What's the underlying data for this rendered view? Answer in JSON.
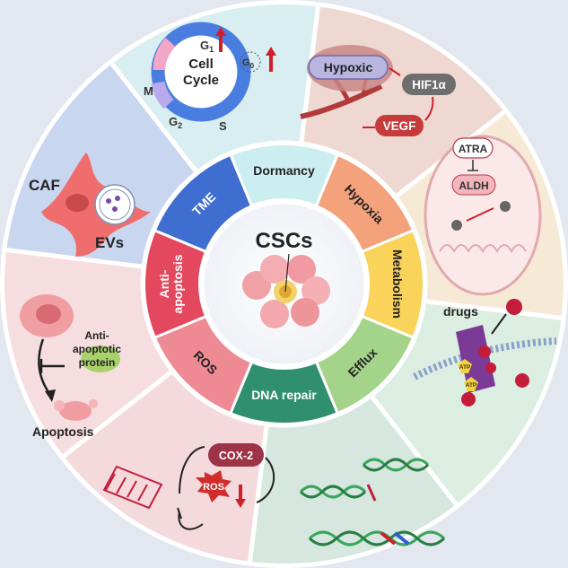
{
  "center": {
    "title": "CSCs"
  },
  "segments": [
    {
      "key": "dormancy",
      "label": "Dormancy",
      "color": "#cdeef0"
    },
    {
      "key": "hypoxia",
      "label": "Hypoxia",
      "color": "#f4a27c"
    },
    {
      "key": "metabolism",
      "label": "Metabolism",
      "color": "#f9d35a"
    },
    {
      "key": "efflux",
      "label": "Efflux",
      "color": "#a4d38a"
    },
    {
      "key": "dna_repair",
      "label": "DNA repair",
      "color": "#2f8f6e"
    },
    {
      "key": "ros",
      "label": "ROS",
      "color": "#ee8a94"
    },
    {
      "key": "anti_apoptosis",
      "label_lines": [
        "Anti-",
        "apoptosis"
      ],
      "color": "#e4485e"
    },
    {
      "key": "tme",
      "label": "TME",
      "color": "#3f6dd0"
    }
  ],
  "panels": {
    "cell_cycle": {
      "title_lines": [
        "Cell",
        "Cycle"
      ],
      "phases": {
        "g1": "G",
        "g1_sub": "1",
        "g0": "G",
        "g0_sub": "0",
        "g2": "G",
        "g2_sub": "2",
        "s": "S",
        "m": "M"
      }
    },
    "hypoxia": {
      "hypoxic": "Hypoxic",
      "hif": "HIF1α",
      "vegf": "VEGF"
    },
    "metabolism": {
      "atra": "ATRA",
      "aldh": "ALDH"
    },
    "efflux": {
      "drugs": "drugs",
      "atp1": "ATP",
      "atp2": "ATP"
    },
    "ros": {
      "cox2": "COX-2",
      "ros": "ROS"
    },
    "apoptosis": {
      "anti_lines": [
        "Anti-",
        "apoptotic",
        "protein"
      ],
      "apoptosis": "Apoptosis"
    },
    "tme": {
      "caf": "CAF",
      "evs": "EVs"
    }
  }
}
